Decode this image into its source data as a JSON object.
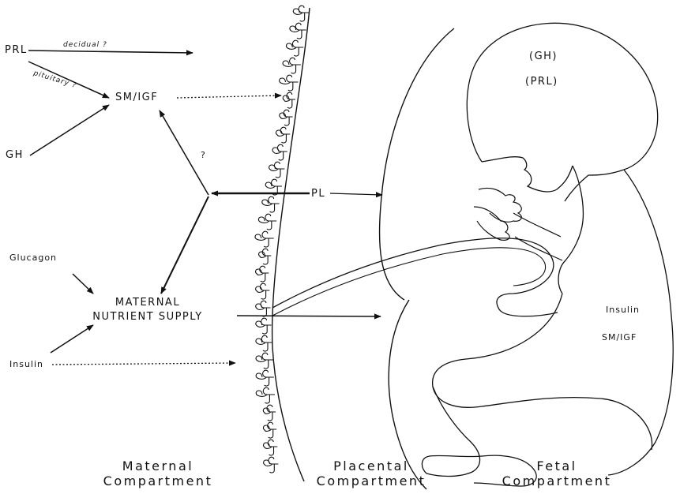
{
  "hormones": {
    "prl": "PRL",
    "decidual": "decidual ?",
    "pituitary": "pituitary ?",
    "sm_igf": "SM/IGF",
    "gh": "GH",
    "question": "?",
    "pl": "PL",
    "glucagon": "Glucagon",
    "maternal_nutrient_line1": "MATERNAL",
    "maternal_nutrient_line2": "NUTRIENT SUPPLY",
    "insulin": "Insulin"
  },
  "fetal": {
    "gh": "(GH)",
    "prl": "(PRL)",
    "insulin": "Insulin",
    "sm_igf": "SM/IGF"
  },
  "compartments": {
    "maternal_line1": "Maternal",
    "maternal_line2": "Compartment",
    "placental_line1": "Placental",
    "placental_line2": "Compartment",
    "fetal_line1": "Fetal",
    "fetal_line2": "Compartment"
  }
}
